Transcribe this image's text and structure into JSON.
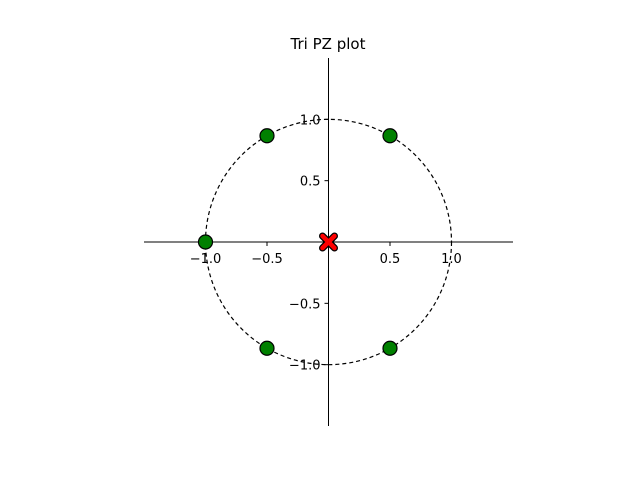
{
  "chart_data": {
    "type": "scatter",
    "title": "Tri PZ plot",
    "xlabel": "",
    "ylabel": "",
    "xlim": [
      -1.5,
      1.5
    ],
    "ylim": [
      -1.5,
      1.5
    ],
    "grid": false,
    "legend": "none",
    "x_ticks": [
      -1.0,
      -0.5,
      0.5,
      1.0
    ],
    "x_tick_labels": [
      "−1.0",
      "−0.5",
      "0.5",
      "1.0"
    ],
    "y_ticks": [
      1.0,
      0.5,
      -0.5,
      -1.0
    ],
    "y_tick_labels": [
      "1.0",
      "0.5",
      "−0.5",
      "−1.0"
    ],
    "unit_circle": {
      "radius": 1.0,
      "style": "dashed",
      "color": "#000000"
    },
    "series": [
      {
        "kind": "zeros",
        "marker": "circle",
        "color": "#008000",
        "points": [
          {
            "x": 0.5,
            "y": 0.866
          },
          {
            "x": -0.5,
            "y": 0.866
          },
          {
            "x": -1.0,
            "y": 0.0
          },
          {
            "x": -0.5,
            "y": -0.866
          },
          {
            "x": 0.5,
            "y": -0.866
          }
        ]
      },
      {
        "kind": "poles",
        "marker": "x",
        "color": "#ff0000",
        "points": [
          {
            "x": 0.0,
            "y": 0.0
          }
        ]
      }
    ]
  }
}
